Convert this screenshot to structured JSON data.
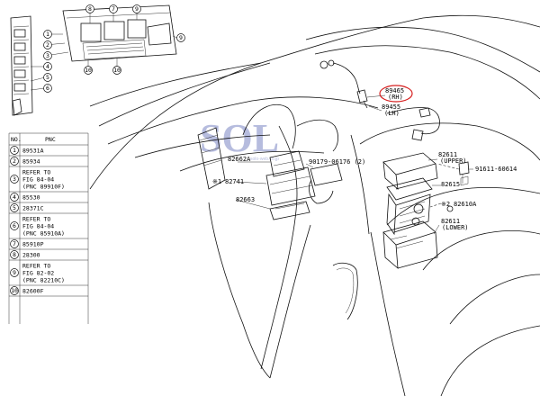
{
  "legend_table": {
    "header": {
      "no": "NO.",
      "pnc": "PNC"
    },
    "rows": [
      {
        "no": "1",
        "lines": [
          "89531A"
        ]
      },
      {
        "no": "2",
        "lines": [
          "85934"
        ]
      },
      {
        "no": "3",
        "lines": [
          "REFER TO",
          "FIG 84-04",
          "(PNC 89910F)"
        ]
      },
      {
        "no": "4",
        "lines": [
          "85530"
        ]
      },
      {
        "no": "5",
        "lines": [
          "28371C"
        ]
      },
      {
        "no": "6",
        "lines": [
          "REFER TO",
          "FIG 84-04",
          "(PNC 85910A)"
        ]
      },
      {
        "no": "7",
        "lines": [
          "85910P"
        ]
      },
      {
        "no": "8",
        "lines": [
          "28300"
        ]
      },
      {
        "no": "9",
        "lines": [
          "REFER TO",
          "FIG 82-02",
          "(PNC 82210C)"
        ]
      },
      {
        "no": "10",
        "lines": [
          "82600F"
        ]
      }
    ]
  },
  "inset_numbers": {
    "left_column": [
      "1",
      "2",
      "3",
      "4",
      "5",
      "6"
    ],
    "top": [
      "8",
      "7",
      "9"
    ],
    "bottom": [
      "10",
      "10"
    ]
  },
  "labels": {
    "p89465": "89465",
    "p89465_sub": "(RH)",
    "p89455": "89455",
    "p89455_sub": "(LH)",
    "p82662a": "82662A",
    "p90179": "90179-06176 (2)",
    "p82741": "82741",
    "p82741_mark": "※1",
    "p82663": "82663",
    "p82611_upper": "82611",
    "p82611_upper_sub": "(UPPER)",
    "p90611": "91611-60614",
    "p82615": "82615",
    "p82610a": "82610A",
    "p82610a_mark": "※2",
    "p82611_lower": "82611",
    "p82611_lower_sub": "(LOWER)"
  },
  "watermark": {
    "text": "SOL",
    "sub": "solo-web.co.jp"
  },
  "colors": {
    "circle_highlight": "#d62020",
    "watermark": "#7c87c4",
    "line": "#111111"
  }
}
